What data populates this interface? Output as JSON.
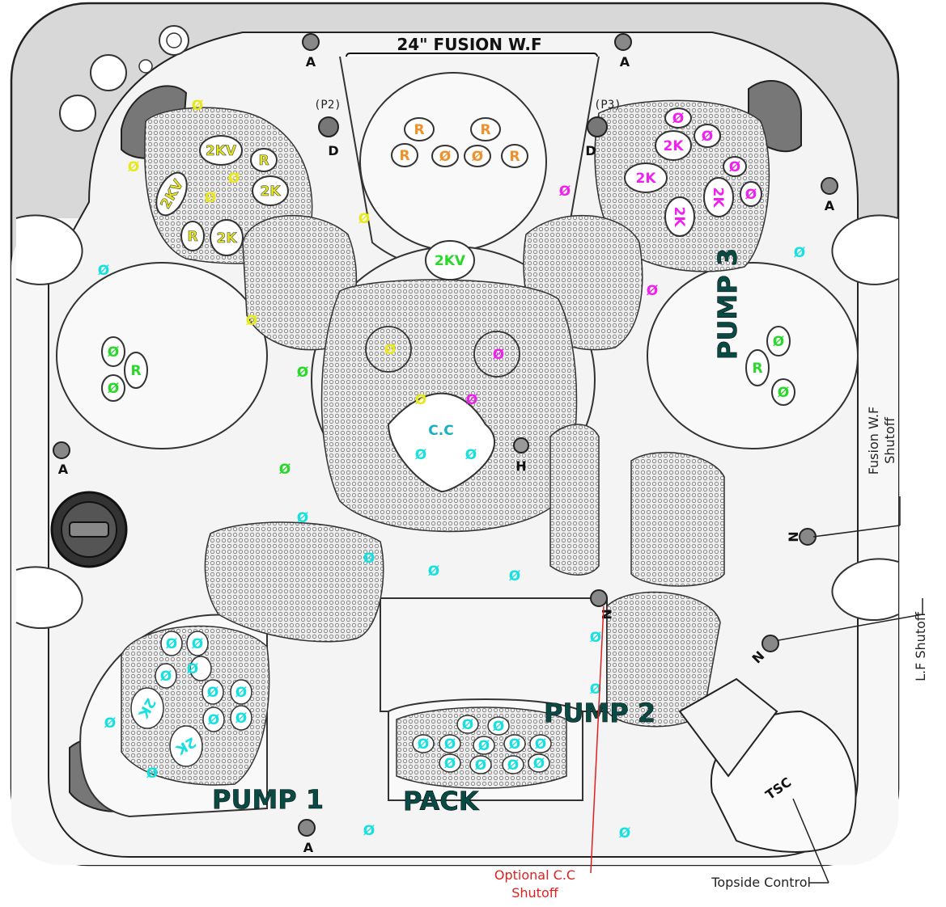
{
  "title": "24\" FUSION W.F",
  "pumps": {
    "pump1": "PUMP 1",
    "pump2": "PUMP 2",
    "pump3": "PUMP 3",
    "pack": "PACK"
  },
  "markers": {
    "a": "A",
    "d": "D",
    "n": "N",
    "h": "H",
    "p2": "(P2)",
    "p3": "(P3)",
    "cc": "C.C",
    "tsc": "TSC"
  },
  "callouts": {
    "fusion_shutoff": "Fusion W.F Shutoff",
    "lf_shutoff": "L.F Shutoff",
    "optional_cc_line1": "Optional C.C",
    "optional_cc_line2": "Shutoff",
    "topside_control": "Topside Control"
  },
  "jet_labels": {
    "two_kv": "2KV",
    "two_k": "2K",
    "r": "R",
    "zero": "Ø"
  },
  "colors": {
    "pump1_jets": "#18e0e0",
    "pump2_jets": "#29d829",
    "pump3_jets": "#ee22ee",
    "waterfall_jets": "#f0902a",
    "pump2_yellow_jets": "#e8e820",
    "callout_red": "#e02020",
    "shell_gray": "#d8d8d8"
  }
}
